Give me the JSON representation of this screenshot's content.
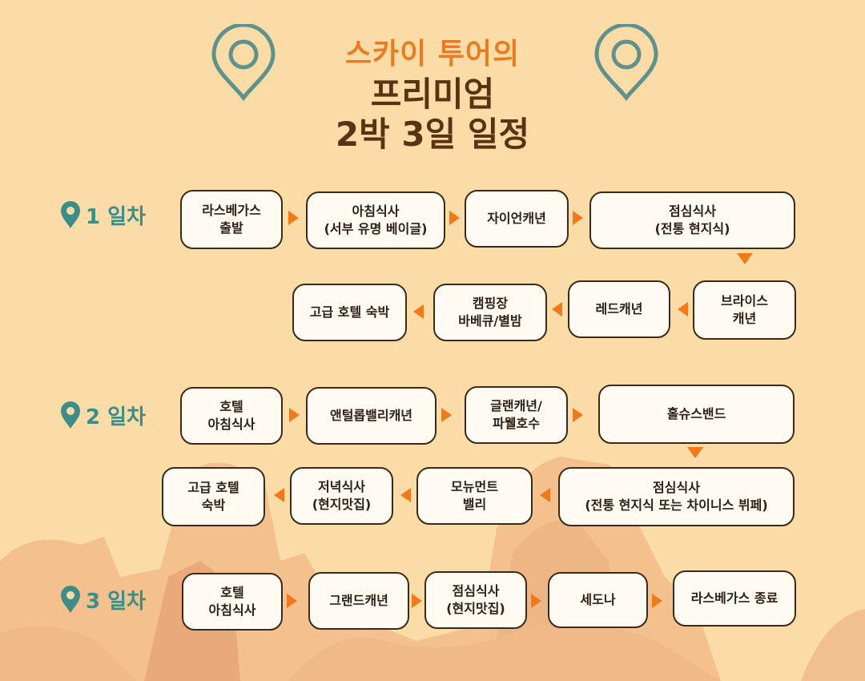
{
  "title": {
    "sub": "스카이 투어의",
    "line2": "프리미엄",
    "line3": "2박 3일 일정"
  },
  "colors": {
    "background": "#fcdca6",
    "accent_orange": "#e77c22",
    "title_brown": "#5a3214",
    "teal": "#3e8c88",
    "arrow": "#f07a1a",
    "box_fill": "#fffbf2"
  },
  "icons": {
    "decorative_pins": "map-pin-icon",
    "day_marker": "map-pin-icon",
    "flow_arrow": "triangle-arrow"
  },
  "days": [
    {
      "label": "1 일차",
      "stops": [
        "라스베가스\n출발",
        "아침식사\n(서부 유명 베이글)",
        "자이언캐년",
        "점심식사\n(전통 현지식)",
        "브라이스\n캐년",
        "레드캐년",
        "캠핑장\n바베큐/별밤",
        "고급 호텔 숙박"
      ]
    },
    {
      "label": "2 일차",
      "stops": [
        "호텔\n아침식사",
        "앤털롭밸리캐년",
        "글랜캐년/\n파웰호수",
        "홀슈스밴드",
        "점심식사\n(전통 현지식 또는 차이니스 뷔페)",
        "모뉴먼트\n밸리",
        "저녁식사\n(현지맛집)",
        "고급 호텔\n숙박"
      ]
    },
    {
      "label": "3 일차",
      "stops": [
        "호텔\n아침식사",
        "그랜드캐년",
        "점심식사\n(현지맛집)",
        "세도나",
        "라스베가스 종료"
      ]
    }
  ]
}
